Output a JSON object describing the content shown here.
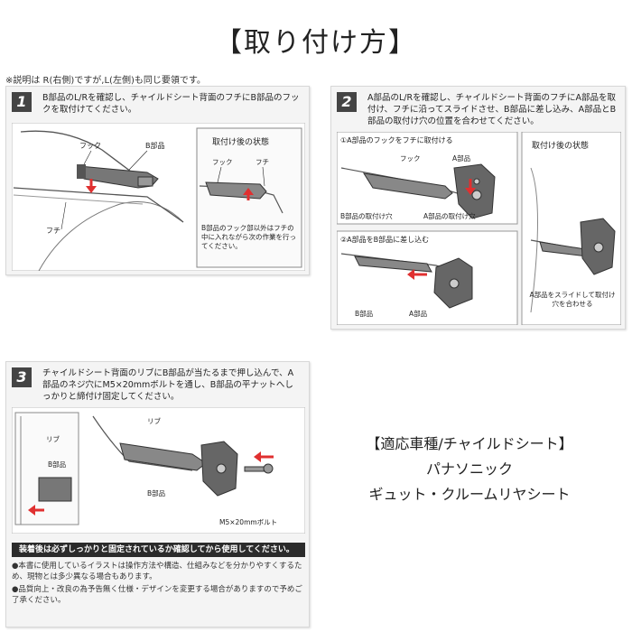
{
  "title": "【取り付け方】",
  "top_note": "※説明は R(右側)ですが,L(左側)も同じ要領です。",
  "steps": [
    {
      "num": "1",
      "text": "B部品のL/Rを確認し、チャイルドシート背面のフチにB部品のフックを取付けてください。",
      "labels": {
        "hook": "フック",
        "part_b": "B部品",
        "edge": "フチ",
        "after_title": "取付け後の状態",
        "hook2": "フック",
        "edge2": "フチ",
        "note": "B部品のフック部以外はフチの中に入れながら次の作業を行ってください。"
      }
    },
    {
      "num": "2",
      "text": "A部品のL/Rを確認し、チャイルドシート背面のフチにA部品を取付け、フチに沿ってスライドさせ、B部品に差し込み、A部品とB部品の取付け穴の位置を合わせてください。",
      "labels": {
        "sub1": "①A部品のフックをフチに取付ける",
        "hook": "フック",
        "part_a": "A部品",
        "b_hole": "B部品の取付け穴",
        "a_hole": "A部品の取付け穴",
        "sub2": "②A部品をB部品に差し込む",
        "part_b": "B部品",
        "part_a2": "A部品",
        "after_title": "取付け後の状態",
        "after_note": "A部品をスライドして取付け穴を合わせる"
      }
    },
    {
      "num": "3",
      "text": "チャイルドシート背面のリブにB部品が当たるまで押し込んで、A部品のネジ穴にM5×20mmボルトを通し、B部品の平ナットへしっかりと締付け固定してください。",
      "labels": {
        "rib": "リブ",
        "rib2": "リブ",
        "part_b": "B部品",
        "part_b2": "B部品",
        "bolt": "M5×20mmボルト"
      },
      "warning": "装着後は必ずしっかりと固定されているか確認してから使用してください。",
      "notes": [
        "●本書に使用しているイラストは操作方法や構造、仕組みなどを分かりやすくするため、現物とは多少異なる場合もあります。",
        "●品質向上・改良の為予告無く仕様・デザインを変更する場合がありますので予めご了承ください。"
      ]
    }
  ],
  "compatibility": {
    "heading": "【適応車種/チャイルドシート】",
    "brand": "パナソニック",
    "model": "ギュット・クルームリヤシート"
  },
  "colors": {
    "arrow": "#e03030",
    "panel_bg": "#f4f4f4",
    "dark_bar": "#2b2b2b"
  }
}
